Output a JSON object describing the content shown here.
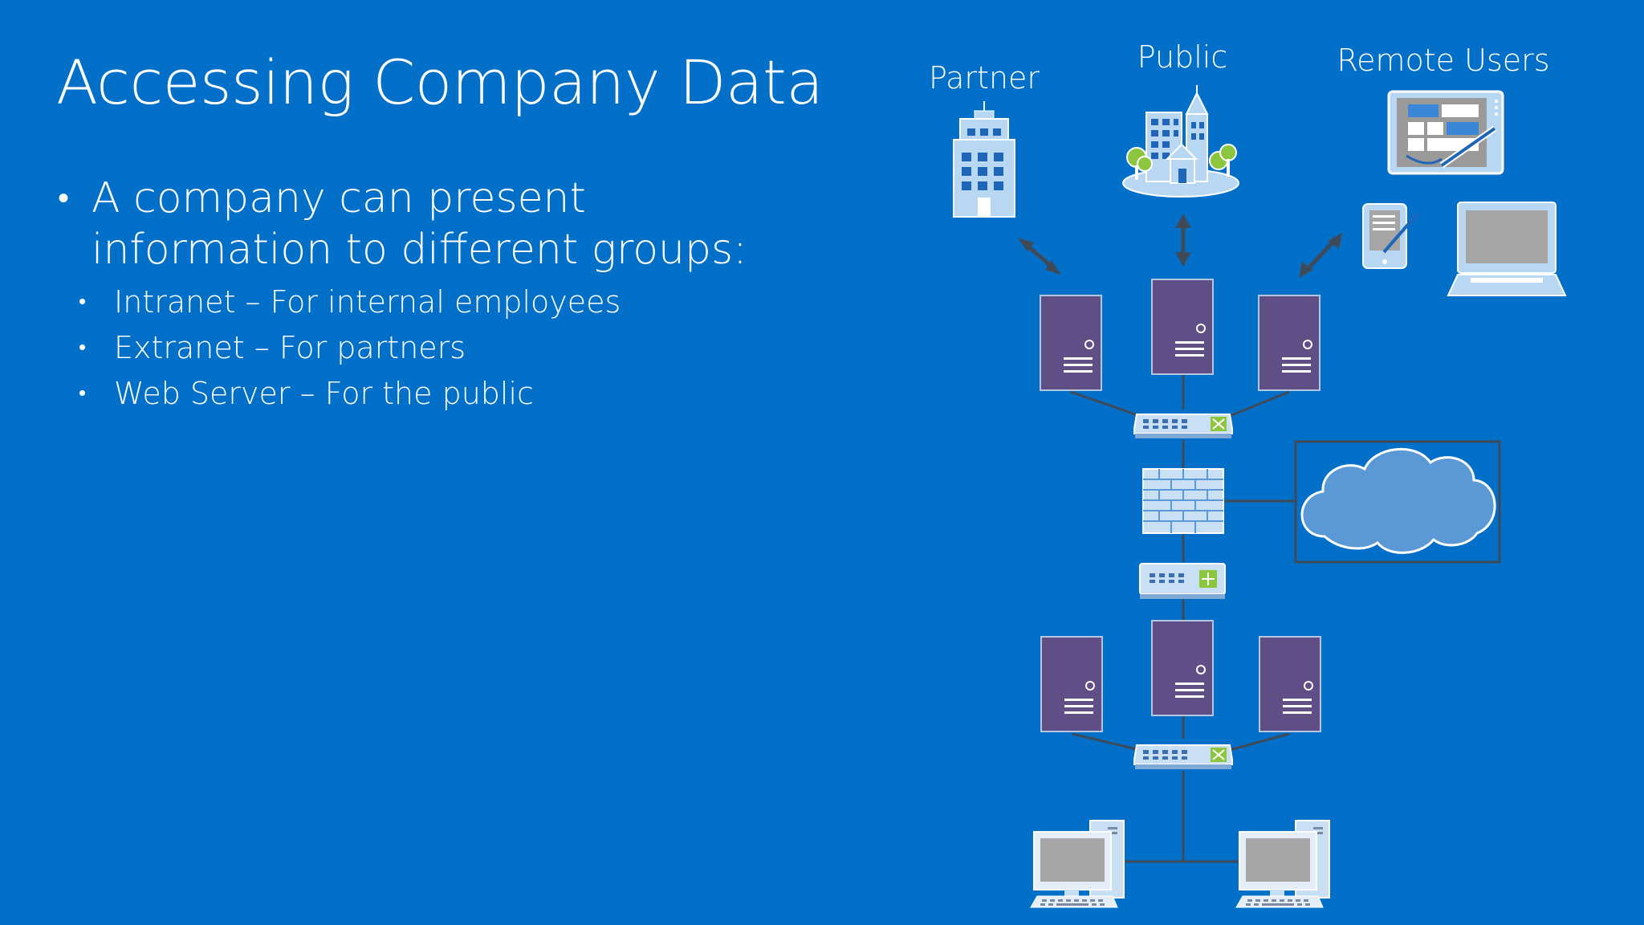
{
  "slide": {
    "title": "Accessing Company Data",
    "bullet": "A company can present information to different groups:",
    "sub_bullets": [
      "Intranet – For internal employees",
      "Extranet – For partners",
      "Web Server – For the public"
    ]
  },
  "diagram": {
    "labels": {
      "partner": "Partner",
      "public": "Public",
      "remote_users": "Remote Users"
    },
    "icons": {
      "partner": "office-building-icon",
      "public": "city-icon",
      "remote": [
        "tablet-icon",
        "pda-icon",
        "laptop-icon"
      ],
      "dmz_servers": "server-icon",
      "internal_servers": "server-icon",
      "switch": "network-switch-icon",
      "router": "router-icon",
      "firewall": "firewall-icon",
      "internet": "cloud-icon",
      "workstations": "desktop-computer-icon"
    },
    "colors": {
      "background": "#0270c9",
      "server": "#5f4f86",
      "cloud": "#5b98d6",
      "connector": "#3f4a59",
      "device_light": "#b8d7f2",
      "screen": "#a6a6a6"
    }
  }
}
